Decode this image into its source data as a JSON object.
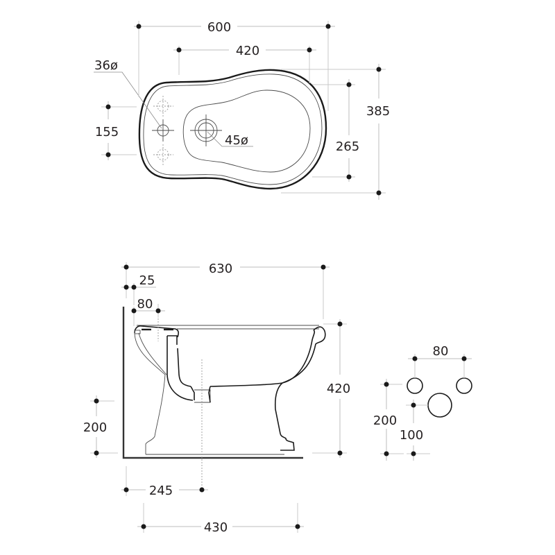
{
  "drawing": {
    "title": "Bidet technical drawing",
    "line_color": "#1a1a1a",
    "dimension_line_color": "#bdbdbd"
  },
  "top_view": {
    "dimensions": {
      "overall_length": "600",
      "bowl_length": "420",
      "overall_width": "385",
      "bowl_width": "265",
      "tap_hole_spacing": "155",
      "tap_hole_diameter": "36ø",
      "drain_diameter": "45ø"
    }
  },
  "side_view": {
    "dimensions": {
      "overall_length": "630",
      "wall_gap": "25",
      "tap_offset": "80",
      "height": "420",
      "supply_height": "200",
      "drain_from_wall": "245",
      "base_length": "430"
    }
  },
  "connection_detail": {
    "dimensions": {
      "supply_spacing": "80",
      "supply_height": "200",
      "drain_height": "100"
    }
  }
}
